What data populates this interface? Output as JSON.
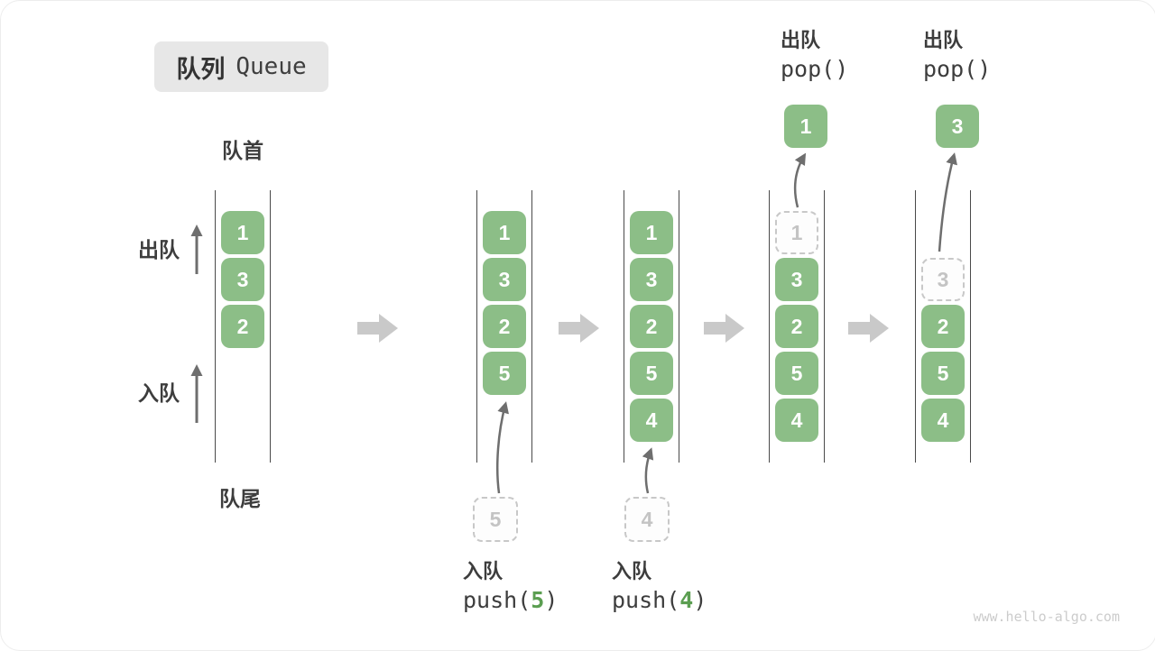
{
  "title": {
    "zh": "队列",
    "en": "Queue"
  },
  "labels": {
    "front": "队首",
    "rear": "队尾",
    "dequeue": "出队",
    "enqueue": "入队"
  },
  "queues": [
    {
      "name": "state-initial",
      "cells": [
        {
          "slot": 0,
          "value": "1",
          "style": "solid"
        },
        {
          "slot": 1,
          "value": "3",
          "style": "solid"
        },
        {
          "slot": 2,
          "value": "2",
          "style": "solid"
        }
      ]
    },
    {
      "name": "state-after-push-5",
      "cells": [
        {
          "slot": 0,
          "value": "1",
          "style": "solid"
        },
        {
          "slot": 1,
          "value": "3",
          "style": "solid"
        },
        {
          "slot": 2,
          "value": "2",
          "style": "solid"
        },
        {
          "slot": 3,
          "value": "5",
          "style": "solid"
        }
      ],
      "incoming": {
        "value": "5"
      },
      "op": {
        "label": "入队",
        "code_prefix": "push(",
        "code_value": "5",
        "code_suffix": ")"
      }
    },
    {
      "name": "state-after-push-4",
      "cells": [
        {
          "slot": 0,
          "value": "1",
          "style": "solid"
        },
        {
          "slot": 1,
          "value": "3",
          "style": "solid"
        },
        {
          "slot": 2,
          "value": "2",
          "style": "solid"
        },
        {
          "slot": 3,
          "value": "5",
          "style": "solid"
        },
        {
          "slot": 4,
          "value": "4",
          "style": "solid"
        }
      ],
      "incoming": {
        "value": "4"
      },
      "op": {
        "label": "入队",
        "code_prefix": "push(",
        "code_value": "4",
        "code_suffix": ")"
      }
    },
    {
      "name": "state-after-pop-1",
      "cells": [
        {
          "slot": 0,
          "value": "1",
          "style": "dashed"
        },
        {
          "slot": 1,
          "value": "3",
          "style": "solid"
        },
        {
          "slot": 2,
          "value": "2",
          "style": "solid"
        },
        {
          "slot": 3,
          "value": "5",
          "style": "solid"
        },
        {
          "slot": 4,
          "value": "4",
          "style": "solid"
        }
      ],
      "popped": {
        "value": "1"
      },
      "op_top": {
        "label": "出队",
        "code": "pop()"
      }
    },
    {
      "name": "state-after-pop-3",
      "cells": [
        {
          "slot": 1,
          "value": "3",
          "style": "dashed"
        },
        {
          "slot": 2,
          "value": "2",
          "style": "solid"
        },
        {
          "slot": 3,
          "value": "5",
          "style": "solid"
        },
        {
          "slot": 4,
          "value": "4",
          "style": "solid"
        }
      ],
      "popped": {
        "value": "3"
      },
      "op_top": {
        "label": "出队",
        "code": "pop()"
      }
    }
  ],
  "watermark": "www.hello-algo.com",
  "colors": {
    "cell_green": "#8CBE87",
    "code_number_green": "#5B9E51",
    "text_dark": "#3D3D3D",
    "thin_arrow_gray": "#6E6E6E",
    "block_arrow_gray": "#C9C9C9",
    "dashed_gray": "#C8C8C8",
    "title_bg": "#E7E7E7",
    "watermark_gray": "#CCCCCC"
  }
}
